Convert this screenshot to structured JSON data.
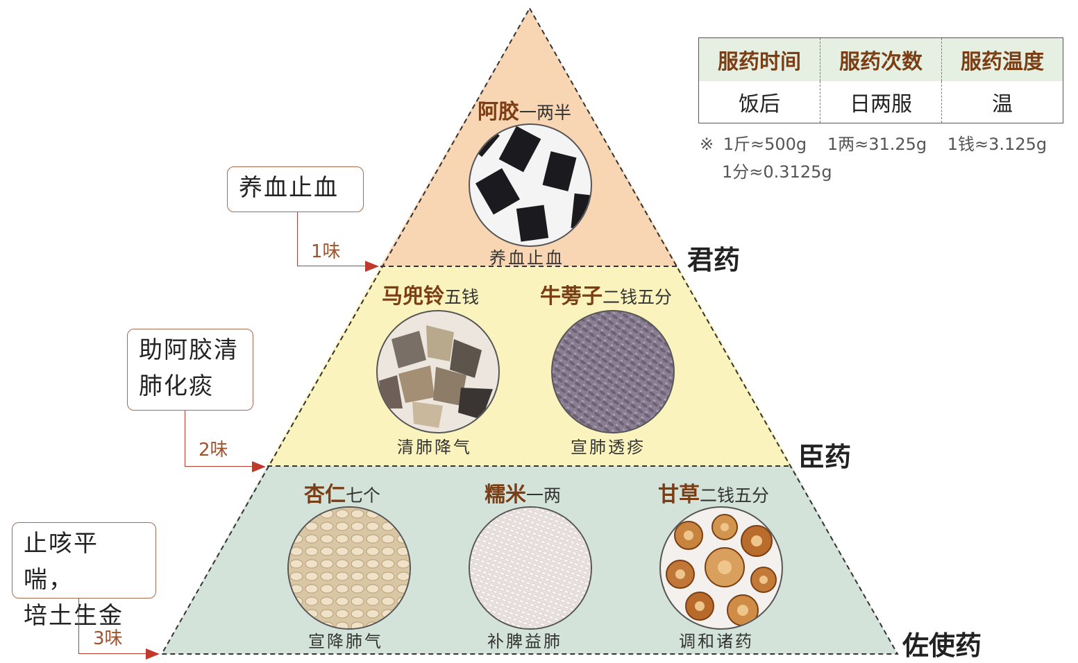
{
  "table": {
    "headers": [
      "服药时间",
      "服药次数",
      "服药温度"
    ],
    "values": [
      "饭后",
      "日两服",
      "温"
    ]
  },
  "notes": {
    "mark": "※",
    "jin": "1斤≈500g",
    "liang": "1两≈31.25g",
    "qian": "1钱≈3.125g",
    "fen": "1分≈0.3125g"
  },
  "tiers": {
    "jun": {
      "rank": "君药",
      "count": "1味",
      "role": "养血止血",
      "color": "#f8d6b4",
      "herbs": [
        {
          "name": "阿胶",
          "dose": "一两半",
          "function": "养血止血",
          "image": "black-gelatin-pieces"
        }
      ]
    },
    "chen": {
      "rank": "臣药",
      "count": "2味",
      "role_line1": "助阿胶清",
      "role_line2": "肺化痰",
      "color": "#fbf3bd",
      "herbs": [
        {
          "name": "马兜铃",
          "dose": "五钱",
          "function": "清肺降气",
          "image": "dried-fruit-pieces"
        },
        {
          "name": "牛蒡子",
          "dose": "二钱五分",
          "function": "宣肺透疹",
          "image": "seeds"
        }
      ]
    },
    "zuo": {
      "rank": "佐使药",
      "count": "3味",
      "role_line1": "止咳平喘，",
      "role_line2": "培土生金",
      "color": "#d3e3da",
      "herbs": [
        {
          "name": "杏仁",
          "dose": "七个",
          "function": "宣降肺气",
          "image": "almond-kernels"
        },
        {
          "name": "糯米",
          "dose": "一两",
          "function": "补脾益肺",
          "image": "glutinous-rice"
        },
        {
          "name": "甘草",
          "dose": "二钱五分",
          "function": "调和诸药",
          "image": "licorice-slices"
        }
      ]
    }
  }
}
